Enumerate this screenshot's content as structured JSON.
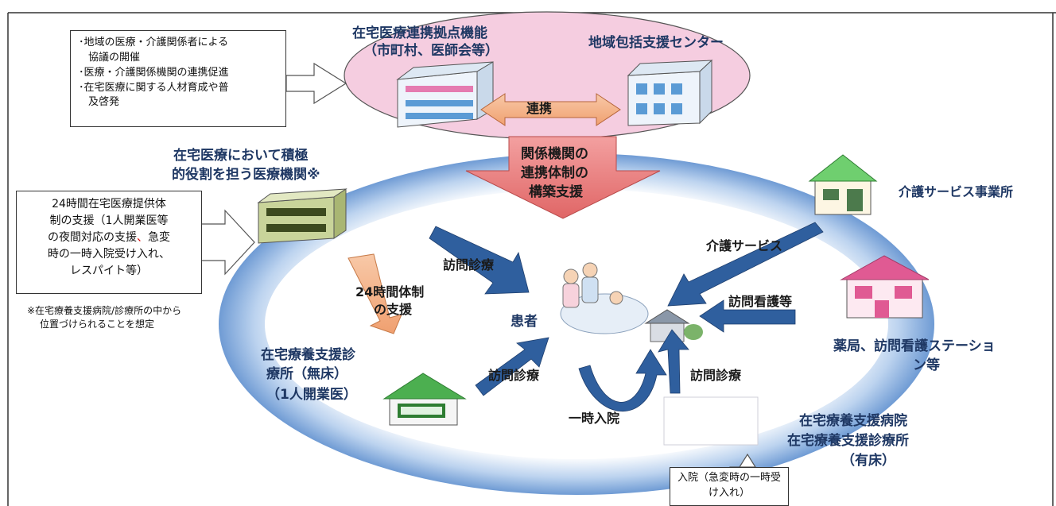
{
  "hub": {
    "title_l1": "在宅医療連携拠点機能",
    "title_l2": "（市町村、医師会等）",
    "center": "地域包括支援センター",
    "link": "連携"
  },
  "topbox": {
    "l1": "･地域の医療・介護関係者による",
    "l2": "協議の開催",
    "l3": "･医療・介護関係機関の連携促進",
    "l4": "･在宅医療に関する人材育成や普",
    "l5": "及啓発"
  },
  "support_arrow": {
    "l1": "関係機関の",
    "l2": "連携体制の",
    "l3": "構築支援"
  },
  "active_inst": {
    "l1": "在宅医療において積極",
    "l2": "的役割を担う医療機関※"
  },
  "leftbox": {
    "l1": "24時間在宅医療提供体",
    "l2": "制の支援（1人開業医等",
    "l3a": "の夜間対応の支援",
    "l3b": "、",
    "l3c": "急変",
    "l4": "時の一時入院受け入れ、",
    "l5": "レスパイト等）"
  },
  "footnote": {
    "l1": "※在宅療養支援病院/診療所の中から",
    "l2": "位置づけられることを想定"
  },
  "support24": {
    "l1": "24時間体制",
    "l2": "の支援"
  },
  "clinic": {
    "l1": "在宅療養支援診",
    "l2": "療所（無床）",
    "l3": "（1人開業医）"
  },
  "patient": "患者",
  "flows": {
    "visit1": "訪問診療",
    "visit2": "訪問診療",
    "visit3": "訪問診療",
    "care": "介護サービス",
    "nursing": "訪問看護等",
    "temp": "一時入院"
  },
  "care_office": "介護サービス事業所",
  "pharmacy": {
    "l1": "薬局、訪問看護ステーショ",
    "l2": "ン等"
  },
  "hospital": {
    "l1": "在宅療養支援病院",
    "l2": "在宅療養支援診療所",
    "l3": "（有床）"
  },
  "admission": {
    "l1": "入院（急変時の一時受",
    "l2": "け入れ）"
  },
  "colors": {
    "ring": "#7fa8dc",
    "hub_ellipse": "#f2c6dc",
    "arrow_blue": "#2f5f9e",
    "support_arrow": "#e57373",
    "navy_text": "#1f3864"
  }
}
